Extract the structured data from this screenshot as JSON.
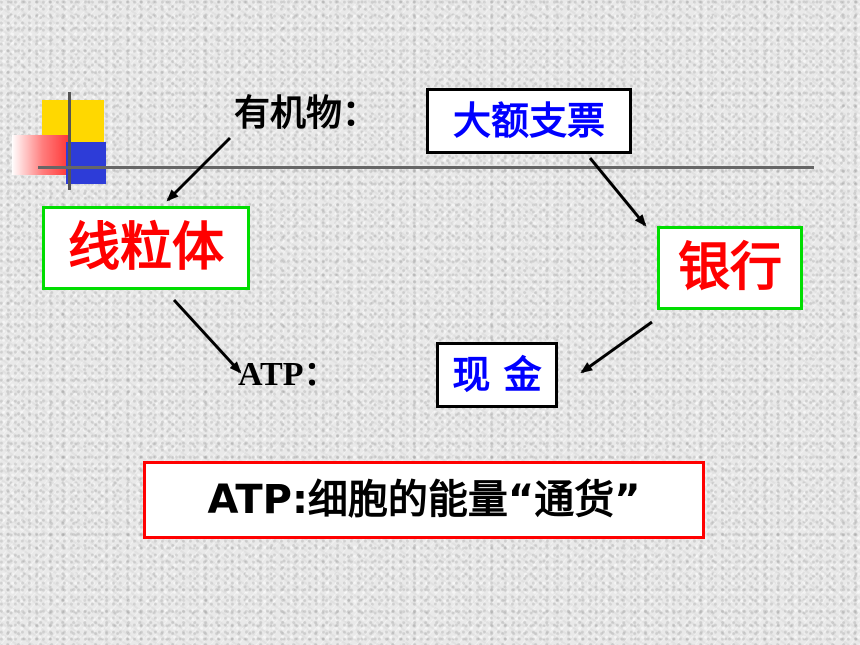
{
  "diagram": {
    "organic_label": "有机物：",
    "big_check": "大额支票",
    "mitochondria": "线粒体",
    "bank": "银行",
    "atp_label": "ATP：",
    "cash": "现 金",
    "summary": "ATP:细胞的能量“通货”"
  },
  "colors": {
    "black": "#000000",
    "red": "#ff0000",
    "blue": "#0000ff",
    "green": "#00dd00"
  }
}
